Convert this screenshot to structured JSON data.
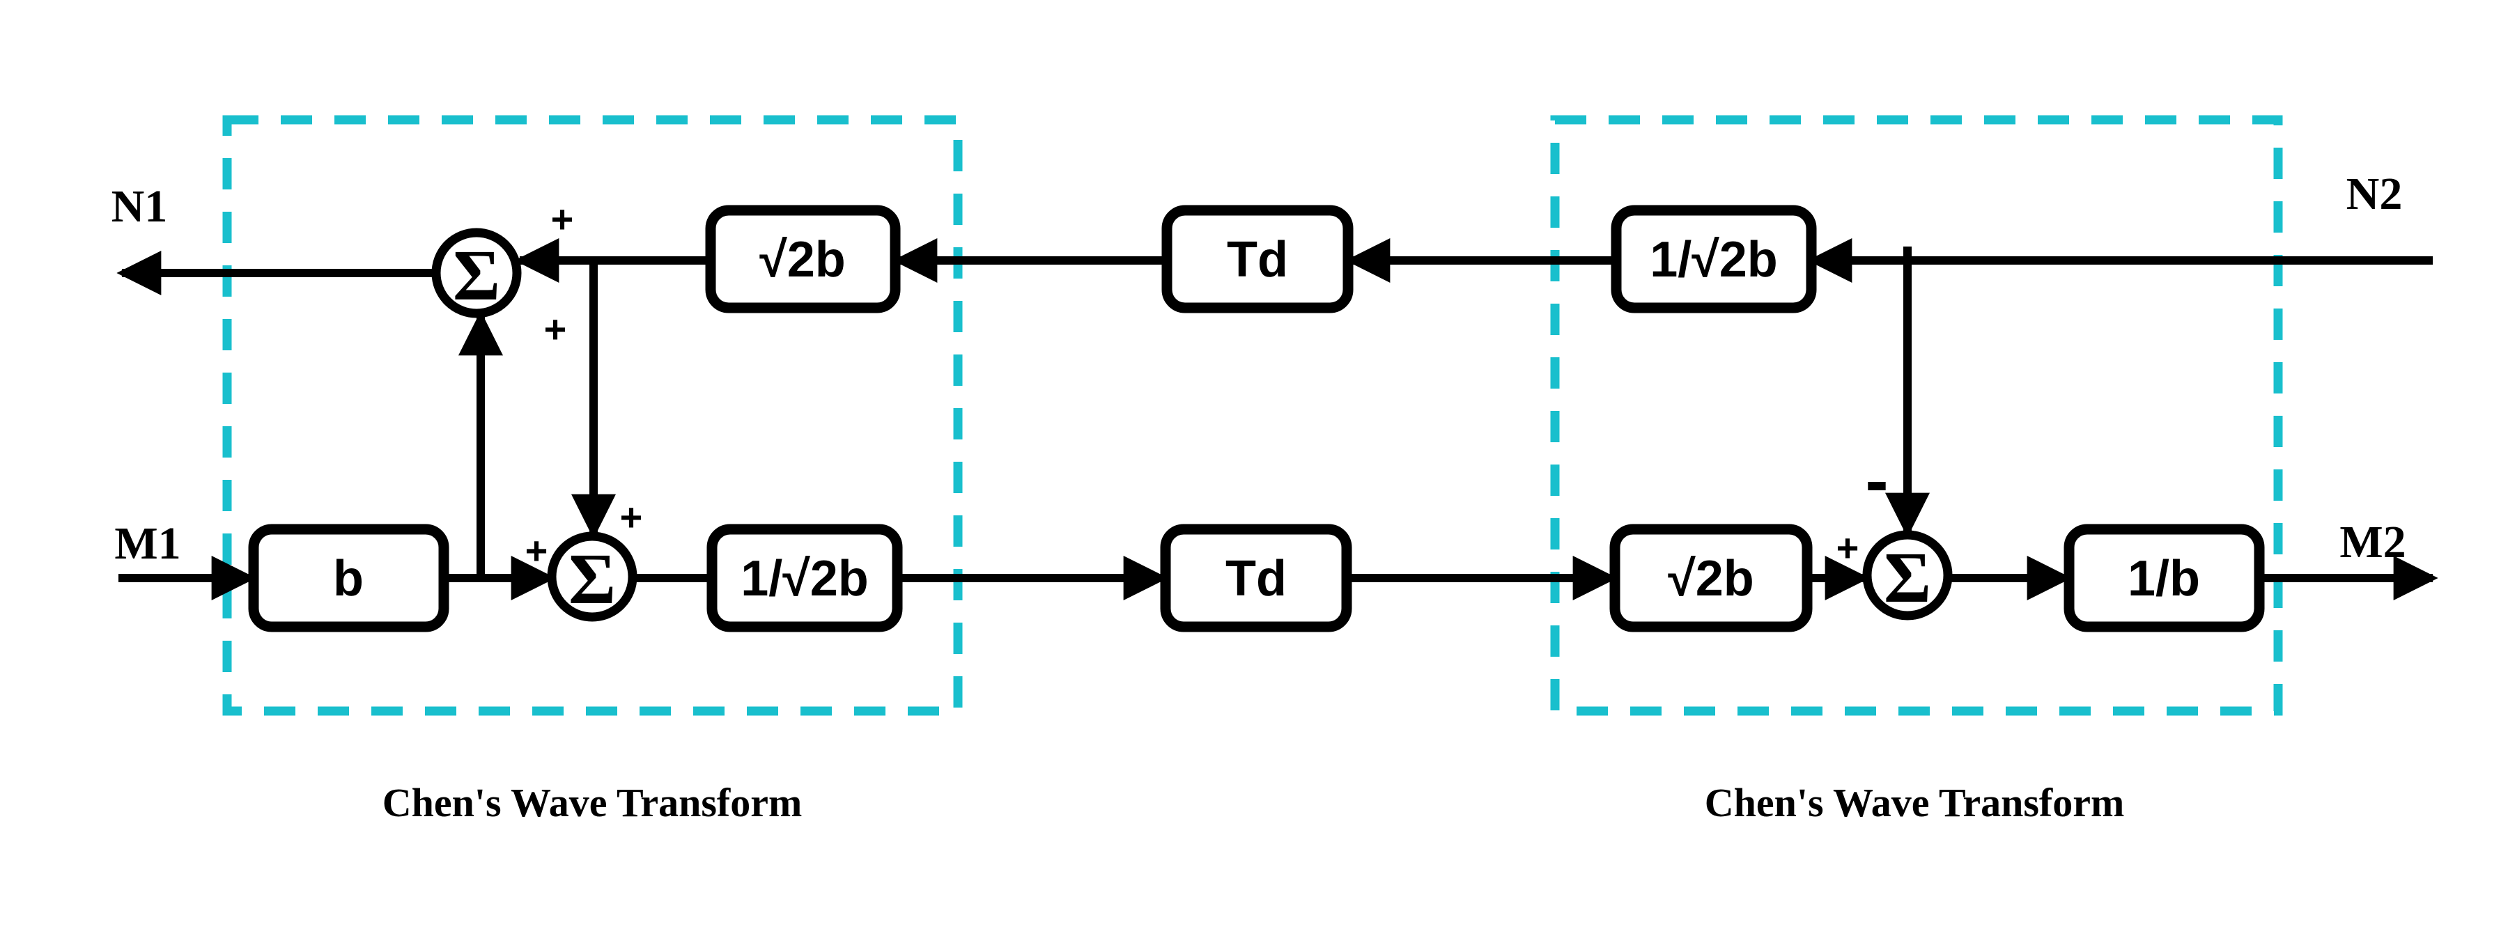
{
  "colors": {
    "background": "#ffffff",
    "line": "#000000",
    "dashed_box": "#19bfcd",
    "delay_block_fill": "#8dd9ee",
    "gain_block_fill": "#ffffff"
  },
  "io": {
    "n1": "N1",
    "m1": "M1",
    "n2": "N2",
    "m2": "M2"
  },
  "captions": {
    "left": "Chen's Wave Transform",
    "right": "Chen's Wave Transform"
  },
  "blocks": {
    "left_input_gain": "b",
    "left_top_gain": "√2b",
    "left_bottom_gain": "1/√2b",
    "top_delay": "Td",
    "bottom_delay": "Td",
    "right_top_gain": "1/√2b",
    "right_bottom_gain": "√2b",
    "right_output_gain": "1/b"
  },
  "summers": {
    "left_top": {
      "symbol": "Σ",
      "sign_right_input": "+",
      "sign_bottom_input": "+"
    },
    "left_bottom": {
      "symbol": "Σ",
      "sign_left_input": "+",
      "sign_top_input": "+"
    },
    "right": {
      "symbol": "Σ",
      "sign_left_input": "+",
      "sign_top_input": "-"
    }
  }
}
